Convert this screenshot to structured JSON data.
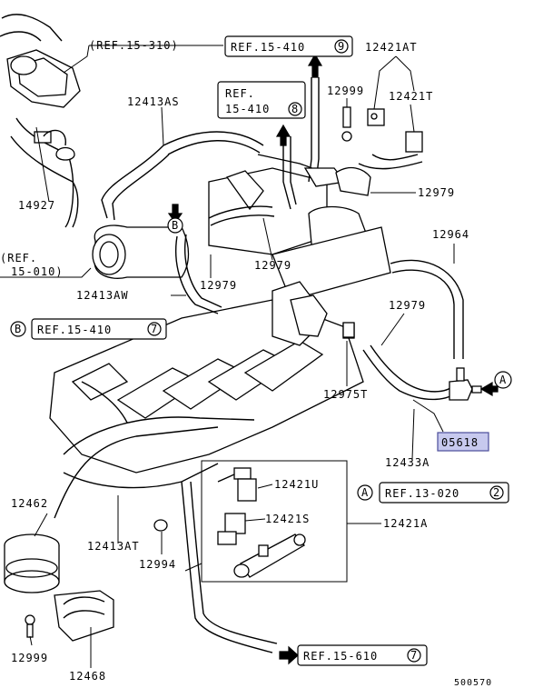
{
  "labels": {
    "ref_15_310": "(REF.15-310)",
    "ref_15_410_9": "REF.15-410",
    "ref_15_410_9_num": "9",
    "p12421AT": "12421AT",
    "p12421T": "12421T",
    "ref_15_410_8_line1": "REF.",
    "ref_15_410_8_line2": "15-410",
    "ref_15_410_8_num": "8",
    "p12999_top": "12999",
    "p12413AS": "12413AS",
    "p12979_right": "12979",
    "p14927": "14927",
    "p12964": "12964",
    "circle_b_top": "B",
    "ref_15_010_line1": "(REF.",
    "ref_15_010_line2": "15-010)",
    "p12979_mid": "12979",
    "p12979_left": "12979",
    "p12413AW": "12413AW",
    "p12979_low": "12979",
    "circle_b_left": "B",
    "ref_15_410_7": "REF.15-410",
    "ref_15_410_7_num": "7",
    "circle_a_right": "A",
    "p12975T": "12975T",
    "p05618": "05618",
    "p12433A": "12433A",
    "p12421U": "12421U",
    "circle_a_ref": "A",
    "ref_13_020": "REF.13-020",
    "ref_13_020_num": "2",
    "p12462": "12462",
    "p12421S": "12421S",
    "p12421A": "12421A",
    "p12413AT": "12413AT",
    "p12994": "12994",
    "p12999_bottom": "12999",
    "p12468": "12468",
    "ref_15_610": "REF.15-610",
    "ref_15_610_num": "7",
    "diagram_number": "500570"
  },
  "colors": {
    "highlight_fill": "#c7c9ee",
    "highlight_stroke": "#4b4e9a",
    "line": "#000000"
  }
}
